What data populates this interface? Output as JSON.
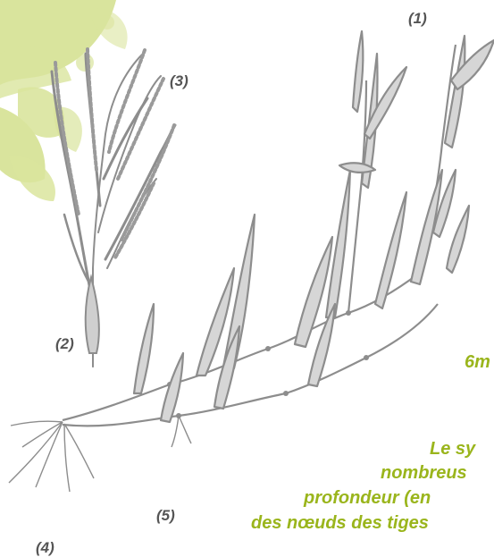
{
  "colors": {
    "plant_stroke": "#8d8d8d",
    "plant_fill": "#b9b9b9",
    "leaf_decoration": "#d3e08c",
    "body_text": "#9ab51c",
    "label_text": "#555555"
  },
  "labels": {
    "l1": "(1)",
    "l2": "(2)",
    "l3": "(3)",
    "l4": "(4)",
    "l5": "(5)"
  },
  "text": {
    "fragment_size": "6m",
    "line1": "Le sy",
    "line2": "nombreus",
    "line3": "profondeur (en",
    "line4": "des nœuds des tiges"
  }
}
